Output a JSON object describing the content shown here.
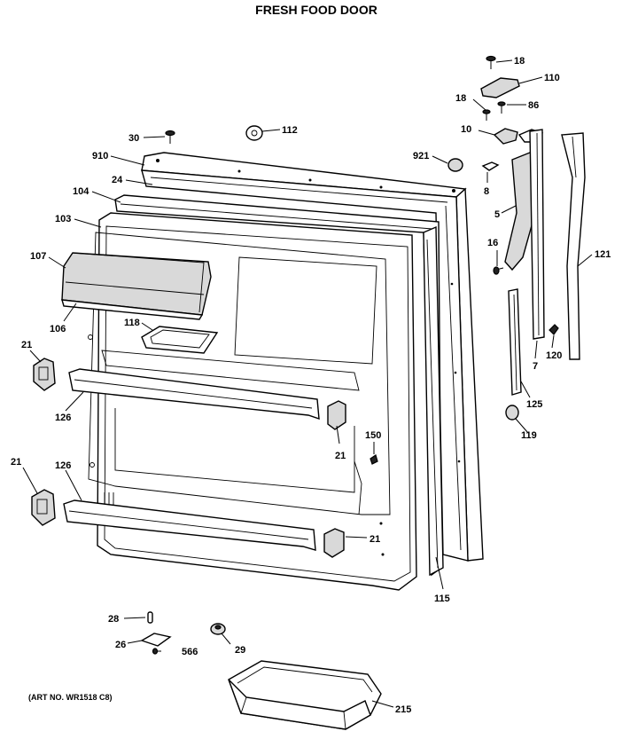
{
  "title": "FRESH FOOD DOOR",
  "art_number": "(ART NO. WR1518 C8)",
  "callouts": [
    {
      "id": "c18a",
      "text": "18"
    },
    {
      "id": "c110",
      "text": "110"
    },
    {
      "id": "c18b",
      "text": "18"
    },
    {
      "id": "c86",
      "text": "86"
    },
    {
      "id": "c10",
      "text": "10"
    },
    {
      "id": "c30",
      "text": "30"
    },
    {
      "id": "c112",
      "text": "112"
    },
    {
      "id": "c910",
      "text": "910"
    },
    {
      "id": "c921",
      "text": "921"
    },
    {
      "id": "c24",
      "text": "24"
    },
    {
      "id": "c8",
      "text": "8"
    },
    {
      "id": "c104",
      "text": "104"
    },
    {
      "id": "c103",
      "text": "103"
    },
    {
      "id": "c5",
      "text": "5"
    },
    {
      "id": "c16",
      "text": "16"
    },
    {
      "id": "c107",
      "text": "107"
    },
    {
      "id": "c121",
      "text": "121"
    },
    {
      "id": "c106",
      "text": "106"
    },
    {
      "id": "c118",
      "text": "118"
    },
    {
      "id": "c7",
      "text": "7"
    },
    {
      "id": "c120",
      "text": "120"
    },
    {
      "id": "c21a",
      "text": "21"
    },
    {
      "id": "c125",
      "text": "125"
    },
    {
      "id": "c126a",
      "text": "126"
    },
    {
      "id": "c119",
      "text": "119"
    },
    {
      "id": "c150",
      "text": "150"
    },
    {
      "id": "c21b",
      "text": "21"
    },
    {
      "id": "c21c",
      "text": "21"
    },
    {
      "id": "c126b",
      "text": "126"
    },
    {
      "id": "c21d",
      "text": "21"
    },
    {
      "id": "c115",
      "text": "115"
    },
    {
      "id": "c28",
      "text": "28"
    },
    {
      "id": "c26",
      "text": "26"
    },
    {
      "id": "c566",
      "text": "566"
    },
    {
      "id": "c29",
      "text": "29"
    },
    {
      "id": "c215",
      "text": "215"
    }
  ]
}
